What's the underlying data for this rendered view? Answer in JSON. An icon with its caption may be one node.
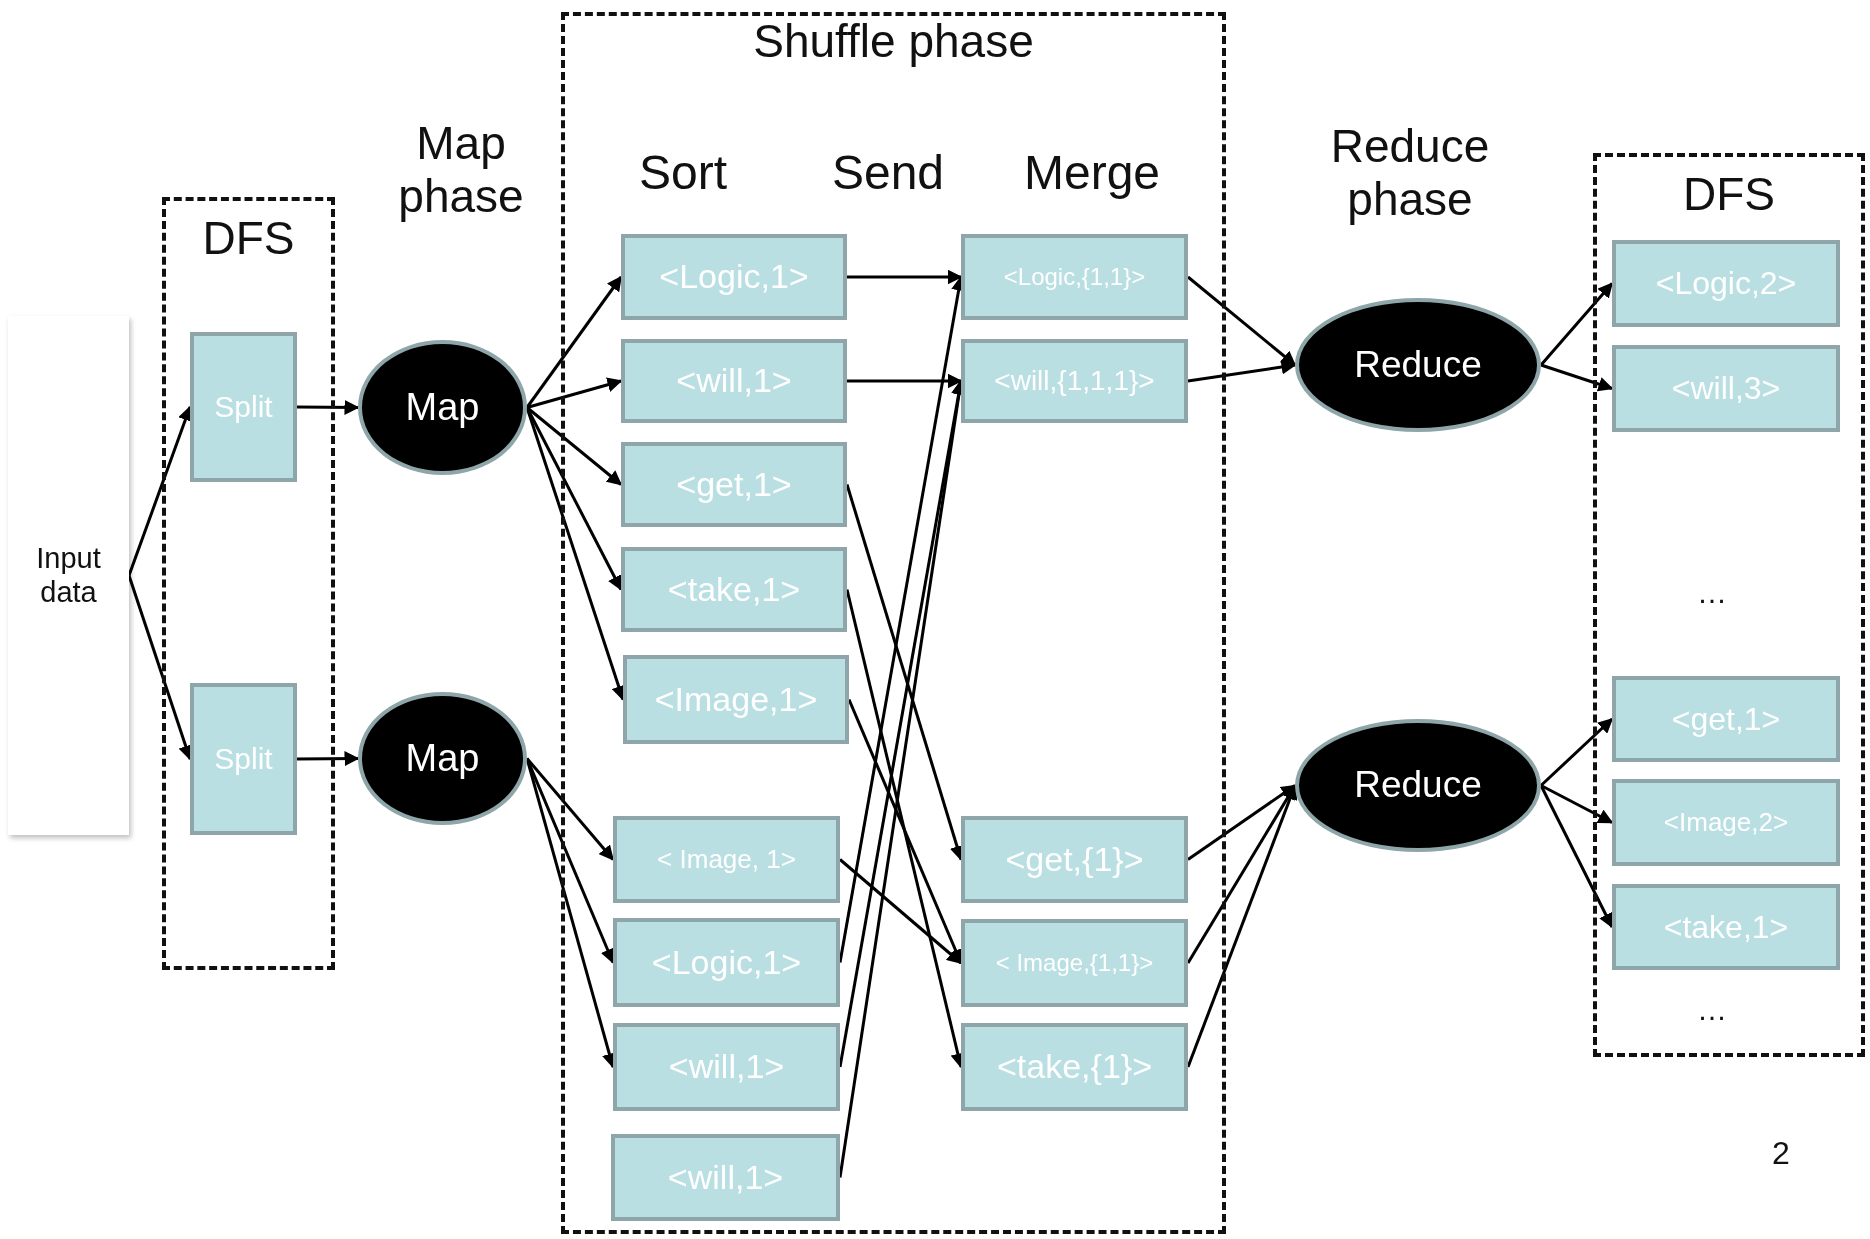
{
  "diagram": {
    "nodes": [
      {
        "text": [
          "Input data"
        ]
      },
      {
        "text": [
          "DFS"
        ]
      },
      {
        "text": [
          "Split"
        ],
        "in": 1
      },
      {
        "text": [
          "Split"
        ],
        "in": 1
      },
      {
        "text": [
          "Map"
        ]
      },
      {
        "text": [
          "Map"
        ]
      },
      {
        "text": [
          "Shuffle phase"
        ]
      },
      {
        "text": [
          "<Logic,1>"
        ],
        "in": 6
      },
      {
        "text": [
          "<will,1>"
        ],
        "in": 6
      },
      {
        "text": [
          "<get,1>"
        ],
        "in": 6
      },
      {
        "text": [
          "<take,1>"
        ],
        "in": 6
      },
      {
        "text": [
          "<Image,1>"
        ],
        "in": 6
      },
      {
        "text": [
          "< Image, 1>"
        ],
        "in": 6
      },
      {
        "text": [
          "<Logic,1>"
        ],
        "in": 6
      },
      {
        "text": [
          "<will,1>"
        ],
        "in": 6
      },
      {
        "text": [
          "<will,1>"
        ],
        "in": 6
      },
      {
        "text": [
          "<Logic,{1,1}>"
        ],
        "in": 6
      },
      {
        "text": [
          "<will,{1,1,1}>"
        ],
        "in": 6
      },
      {
        "text": [
          "<get,{1}>"
        ],
        "in": 6
      },
      {
        "text": [
          "< Image,{1,1}>"
        ],
        "in": 6
      },
      {
        "text": [
          "<take,{1}>"
        ],
        "in": 6
      },
      {
        "text": [
          "Reduce"
        ]
      },
      {
        "text": [
          "Reduce"
        ]
      },
      {
        "text": [
          "DFS"
        ]
      },
      {
        "text": [
          "<Logic,2>"
        ],
        "in": 23
      },
      {
        "text": [
          "<will,3>"
        ],
        "in": 23
      },
      {
        "text": [
          "<get,1>"
        ],
        "in": 23
      },
      {
        "text": [
          "<Image,2>"
        ],
        "in": 23
      },
      {
        "text": [
          "<take,1>"
        ],
        "in": 23
      }
    ],
    "edges": [
      {
        "from": 0,
        "to": 2,
        "arrow": "to"
      },
      {
        "from": 0,
        "to": 3,
        "arrow": "to"
      },
      {
        "from": 2,
        "to": 4,
        "arrow": "to"
      },
      {
        "from": 3,
        "to": 5,
        "arrow": "to"
      },
      {
        "from": 4,
        "to": 7,
        "arrow": "to"
      },
      {
        "from": 4,
        "to": 8,
        "arrow": "to"
      },
      {
        "from": 4,
        "to": 9,
        "arrow": "to"
      },
      {
        "from": 4,
        "to": 10,
        "arrow": "to"
      },
      {
        "from": 4,
        "to": 11,
        "arrow": "to"
      },
      {
        "from": 5,
        "to": 12,
        "arrow": "to"
      },
      {
        "from": 5,
        "to": 13,
        "arrow": "to"
      },
      {
        "from": 5,
        "to": 14,
        "arrow": "to"
      },
      {
        "from": 7,
        "to": 16,
        "arrow": "to"
      },
      {
        "from": 8,
        "to": 17,
        "arrow": "to"
      },
      {
        "from": 9,
        "to": 18,
        "arrow": "to"
      },
      {
        "from": 10,
        "to": 20,
        "arrow": "to"
      },
      {
        "from": 11,
        "to": 19,
        "arrow": "to"
      },
      {
        "from": 12,
        "to": 19,
        "arrow": "to"
      },
      {
        "from": 13,
        "to": 16,
        "arrow": "to"
      },
      {
        "from": 14,
        "to": 17,
        "arrow": "to"
      },
      {
        "from": 15,
        "to": 17,
        "arrow": "to"
      },
      {
        "from": 16,
        "to": 21,
        "arrow": "to"
      },
      {
        "from": 17,
        "to": 21,
        "arrow": "to"
      },
      {
        "from": 18,
        "to": 22,
        "arrow": "to"
      },
      {
        "from": 19,
        "to": 22,
        "arrow": "to"
      },
      {
        "from": 20,
        "to": 22,
        "arrow": "to"
      },
      {
        "from": 21,
        "to": 24,
        "arrow": "to"
      },
      {
        "from": 21,
        "to": 25,
        "arrow": "to"
      },
      {
        "from": 22,
        "to": 26,
        "arrow": "to"
      },
      {
        "from": 22,
        "to": 27,
        "arrow": "to"
      },
      {
        "from": 22,
        "to": 28,
        "arrow": "to"
      }
    ],
    "labels": [
      "Map phase",
      "Sort",
      "Send",
      "Merge",
      "Reduce phase",
      "…",
      "…",
      "2"
    ]
  }
}
